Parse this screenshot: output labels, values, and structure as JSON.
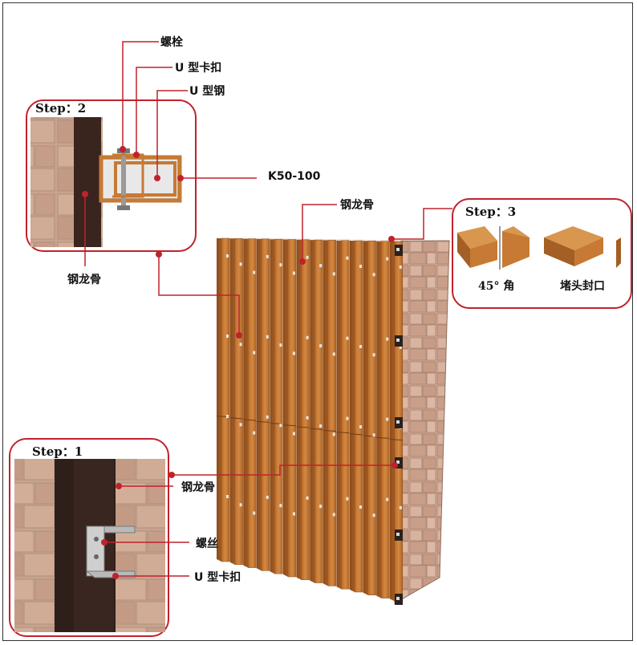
{
  "colors": {
    "leader": "#c0222c",
    "wood": "#c97a35",
    "wood_dark": "#9c5a22",
    "steel_dark": "#3a2a24",
    "stone": "#c9a48e"
  },
  "step1": {
    "title": "Step：1",
    "labels": {
      "keel": "钢龙骨",
      "screw": "螺丝",
      "clip": "U 型卡扣"
    }
  },
  "step2": {
    "title": "Step：2",
    "labels": {
      "bolt": "螺栓",
      "clip": "U 型卡扣",
      "u_steel": "U 型钢",
      "profile": "K50-100",
      "keel": "钢龙骨"
    }
  },
  "step3": {
    "title": "Step：3",
    "labels": {
      "angle": "45°  角",
      "end_cap": "堵头封口"
    }
  },
  "main": {
    "keel_label": "钢龙骨"
  }
}
